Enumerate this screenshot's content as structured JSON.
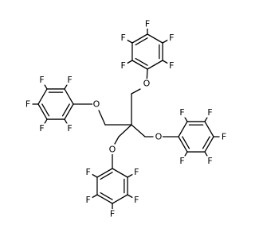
{
  "diagram": {
    "type": "skeletal-structure",
    "line_color": "#000000",
    "background": "#ffffff",
    "rings": [
      {
        "id": "top",
        "substituents": [
          "F",
          "F",
          "F",
          "F",
          "F"
        ],
        "linker": "O"
      },
      {
        "id": "left",
        "substituents": [
          "F",
          "F",
          "F",
          "F",
          "F"
        ],
        "linker": "O"
      },
      {
        "id": "right",
        "substituents": [
          "F",
          "F",
          "F",
          "F",
          "F"
        ],
        "linker": "O"
      },
      {
        "id": "bottom",
        "substituents": [
          "F",
          "F",
          "F",
          "F",
          "F"
        ],
        "linker": "O"
      }
    ]
  }
}
